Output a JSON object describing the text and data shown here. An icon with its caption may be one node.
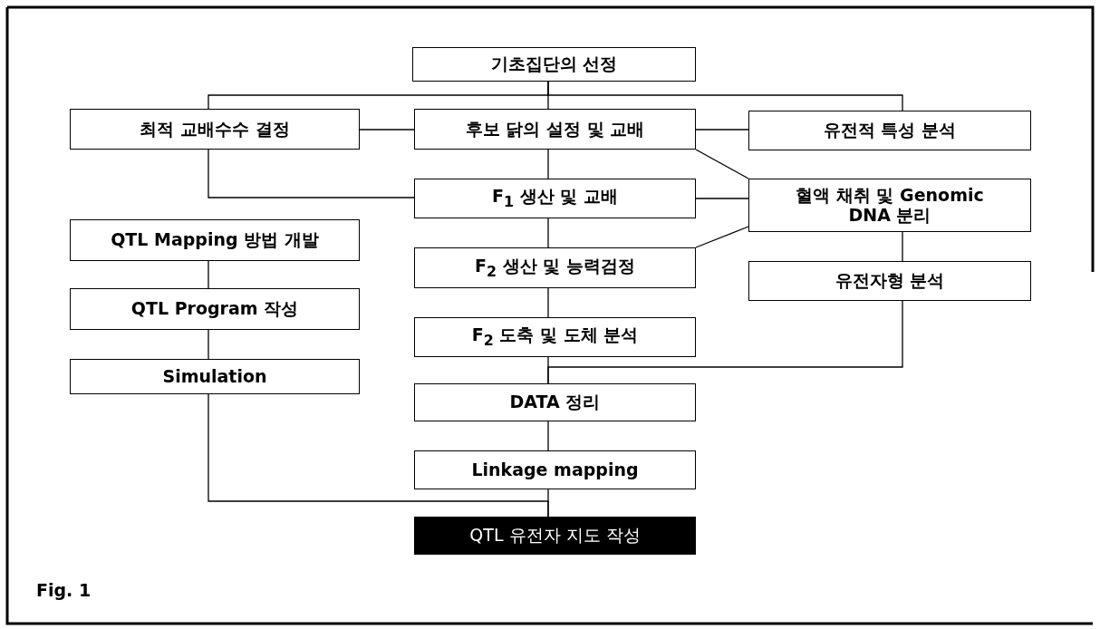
{
  "diagram": {
    "nodes": [
      {
        "text": [
          "기초집단의 선정"
        ]
      },
      {
        "text": [
          "최적 교배수수 결정"
        ]
      },
      {
        "text": [
          "후보 닭의 설정 및 교배"
        ]
      },
      {
        "text": [
          "유전적 특성 분석"
        ]
      },
      {
        "text": [
          "F$_{1}$ 생산 및 교배"
        ]
      },
      {
        "text": [
          "혈액 채취 및 Genomic DNA 분리"
        ]
      },
      {
        "text": [
          "QTL Mapping 방법 개발"
        ]
      },
      {
        "text": [
          "F$_{2}$ 생산 및 능력검정"
        ]
      },
      {
        "text": [
          "QTL Program 작성"
        ]
      },
      {
        "text": [
          "유전자형 분석"
        ]
      },
      {
        "text": [
          "F$_{2}$ 도축 및 도체 분석"
        ]
      },
      {
        "text": [
          "Simulation"
        ]
      },
      {
        "text": [
          "DATA 정리"
        ]
      },
      {
        "text": [
          "Linkage mapping"
        ]
      },
      {
        "text": [
          "QTL 유전자 지도 작성"
        ]
      }
    ],
    "edges": [
      {
        "from": 0,
        "to": 1,
        "arrow": "none"
      },
      {
        "from": 0,
        "to": 2,
        "arrow": "none"
      },
      {
        "from": 0,
        "to": 3,
        "arrow": "none"
      },
      {
        "from": 1,
        "to": 2,
        "arrow": "none"
      },
      {
        "from": 2,
        "to": 3,
        "arrow": "none"
      },
      {
        "from": 1,
        "to": 4,
        "arrow": "none"
      },
      {
        "from": 2,
        "to": 4,
        "arrow": "none"
      },
      {
        "from": 2,
        "to": 5,
        "arrow": "none"
      },
      {
        "from": 4,
        "to": 5,
        "arrow": "none"
      },
      {
        "from": 7,
        "to": 5,
        "arrow": "none"
      },
      {
        "from": 4,
        "to": 7,
        "arrow": "none"
      },
      {
        "from": 7,
        "to": 10,
        "arrow": "none"
      },
      {
        "from": 5,
        "to": 9,
        "arrow": "none"
      },
      {
        "from": 6,
        "to": 8,
        "arrow": "none"
      },
      {
        "from": 8,
        "to": 11,
        "arrow": "none"
      },
      {
        "from": 10,
        "to": 12,
        "arrow": "none"
      },
      {
        "from": 9,
        "to": 12,
        "arrow": "none"
      },
      {
        "from": 12,
        "to": 13,
        "arrow": "none"
      },
      {
        "from": 13,
        "to": 14,
        "arrow": "none"
      },
      {
        "from": 11,
        "to": 14,
        "arrow": "none"
      }
    ],
    "labels": [
      "Fig. 1"
    ]
  }
}
